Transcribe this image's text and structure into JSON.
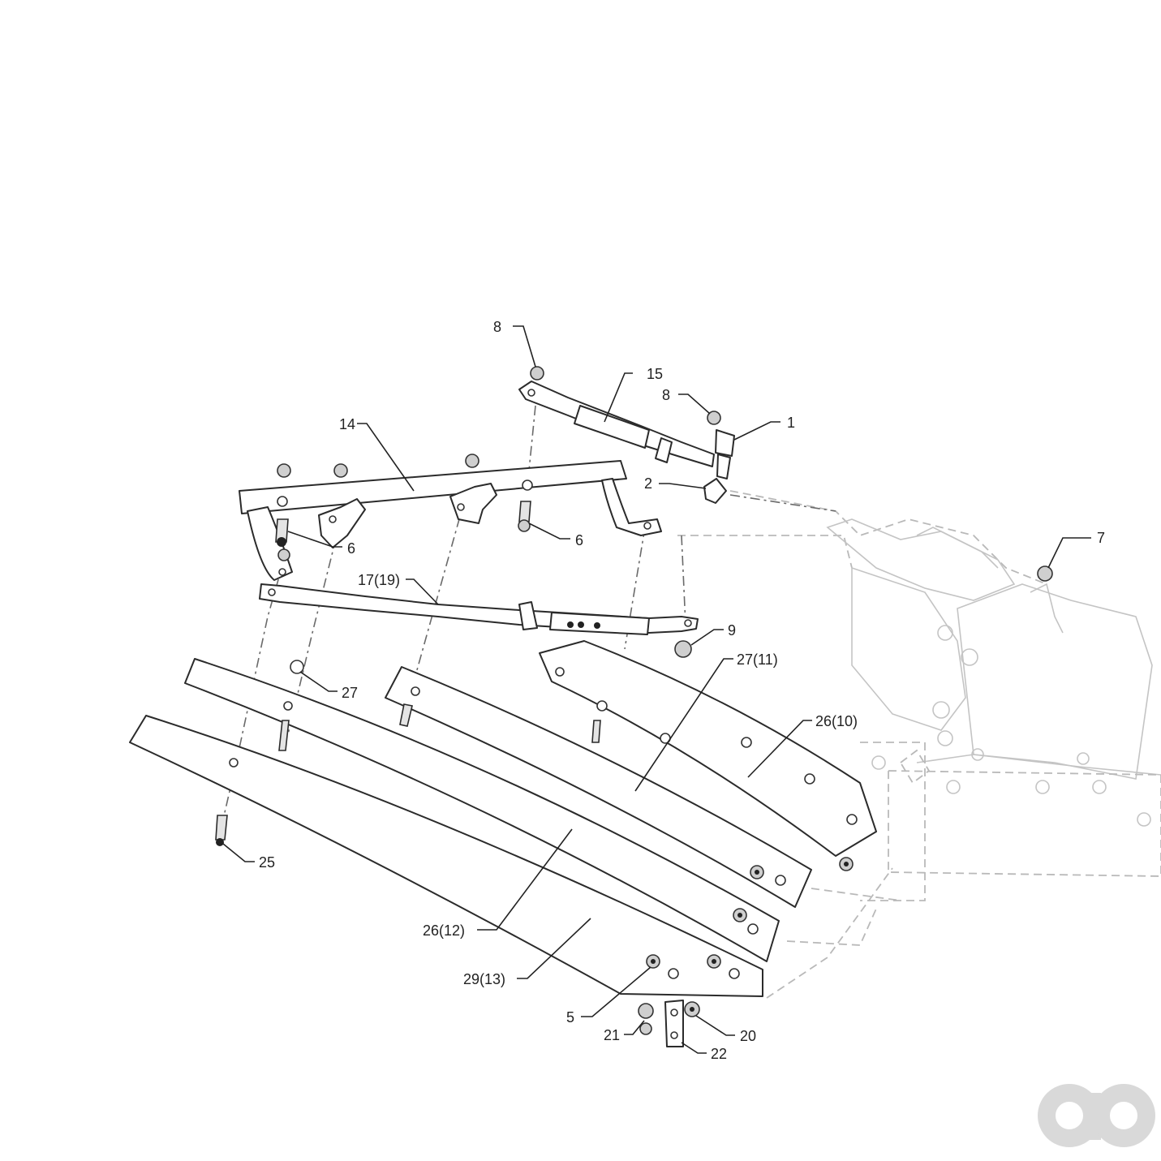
{
  "callouts": {
    "c1": "1",
    "c2": "2",
    "c5": "5",
    "c6a": "6",
    "c6b": "6",
    "c7": "7",
    "c8a": "8",
    "c8b": "8",
    "c9": "9",
    "c14": "14",
    "c15": "15",
    "c17": "17(19)",
    "c20": "20",
    "c21": "21",
    "c22": "22",
    "c25": "25",
    "c26a": "26(10)",
    "c26b": "26(12)",
    "c27a": "27",
    "c27b": "27(11)",
    "c29": "29(13)"
  },
  "colors": {
    "line": "#2b2b2b",
    "ghost": "#b9b9b9",
    "watermark": "#d9d9d9"
  },
  "watermark_icon": "ao-logo-icon"
}
